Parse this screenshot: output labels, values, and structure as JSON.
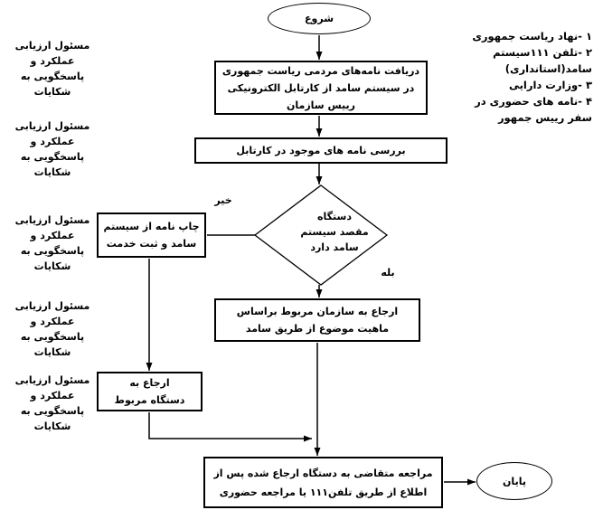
{
  "flowchart": {
    "start_label": "شروع",
    "end_label": "پایان",
    "receive_box": {
      "lines": [
        "دریافت نامه‌های مردمی ریاست جمهوری",
        "در سیستم سامد از کارتابل الکترونیکی",
        "رییس سازمان"
      ]
    },
    "review_box": {
      "lines": [
        "بررسی نامه های موجود در کارتابل"
      ]
    },
    "decision_diamond": {
      "lines": [
        "دستگاه",
        "مقصد سیستم",
        "سامد دارد"
      ]
    },
    "branch_no_label": "خیر",
    "branch_yes_label": "بله",
    "print_box": {
      "lines": [
        "چاپ نامه از سیستم",
        "سامد و ثبت خدمت"
      ]
    },
    "refer_org_box": {
      "lines": [
        "ارجاع به سازمان مربوط براساس",
        "ماهیت موضوع از طریق سامد"
      ]
    },
    "refer_device_box": {
      "lines": [
        "ارجاع به",
        "دستگاه مربوط"
      ]
    },
    "final_box": {
      "lines": [
        "مراجعه متقاضی به دستگاه ارجاع شده پس از",
        "اطلاع از طریق تلفن۱۱۱ یا مراجعه حضوری"
      ]
    }
  },
  "left_role_label": {
    "lines": [
      "مسئول ارزیابی",
      "عملکرد و",
      "پاسخگویی به",
      "شکایات"
    ]
  },
  "right_source_list": {
    "lines": [
      "۱ -نهاد ریاست جمهوری",
      "۲ -تلفن ۱۱۱سیستم",
      "سامد(استانداری)",
      "۳ -وزارت دارایی",
      "۴ -نامه های حضوری در",
      "سفر رییس جمهور"
    ]
  },
  "colors": {
    "stroke": "#000000",
    "text": "#000000",
    "background": "#ffffff"
  }
}
